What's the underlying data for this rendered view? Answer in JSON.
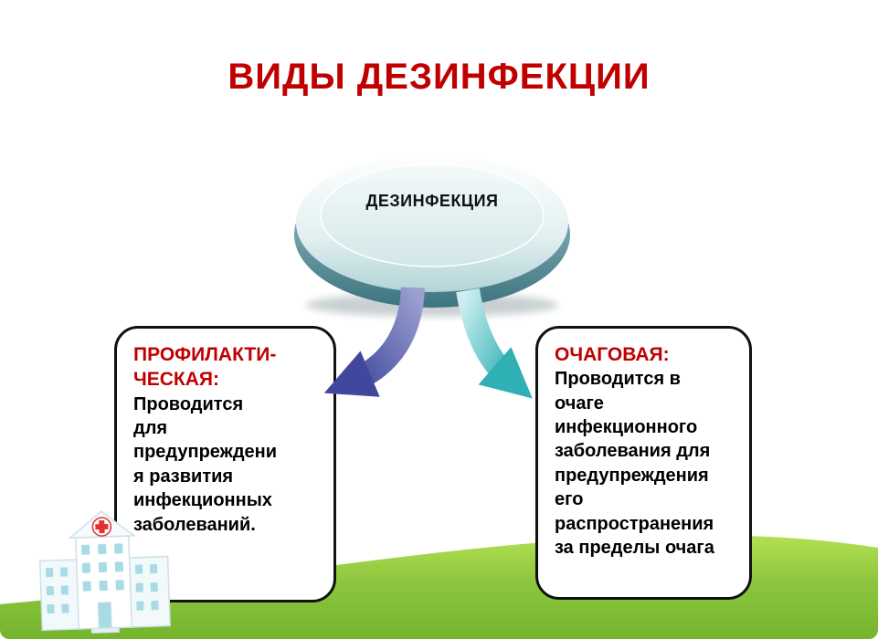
{
  "slide": {
    "title": "ВИДЫ ДЕЗИНФЕКЦИИ",
    "center_label": "ДЕЗИНФЕКЦИЯ"
  },
  "boxes": {
    "left": {
      "heading": "ПРОФИЛАКТИ-\nЧЕСКАЯ:",
      "body": "Проводится\nдля\nпредупреждени\nя развития\nинфекционных\nзаболеваний."
    },
    "right": {
      "heading": "ОЧАГОВАЯ:",
      "body": "Проводится в\nочаге\nинфекционного\nзаболевания для\nпредупреждения\nего\nраспространения\nза пределы очага"
    }
  },
  "icons": {
    "hospital": "hospital-building-icon",
    "arrow_left": "curved-arrow-down-left-icon",
    "arrow_right": "curved-arrow-down-right-icon",
    "disc": "disinfection-disc-icon"
  },
  "colors": {
    "title_red": "#c00000",
    "heading_red": "#c00000",
    "text_black": "#000000",
    "grass_green": "#8cc63e",
    "arrow_purple": "#41479c",
    "arrow_teal": "#2fb0b5",
    "disc_teal": "#4f8e99",
    "background": "#ffffff",
    "cross_red": "#e23131"
  }
}
